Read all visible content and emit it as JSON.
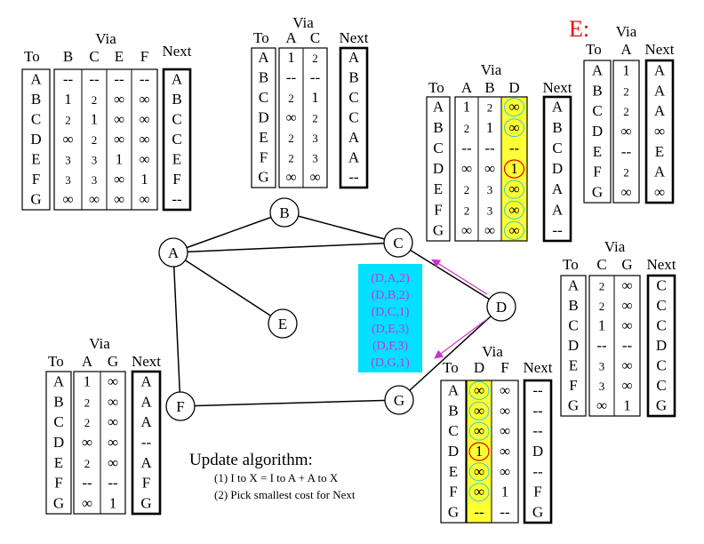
{
  "labels": {
    "to": "To",
    "via": "Via",
    "next": "Next",
    "e_title": "E:"
  },
  "destinations": [
    "A",
    "B",
    "C",
    "D",
    "E",
    "F",
    "G"
  ],
  "graph": {
    "nodes": [
      "A",
      "B",
      "C",
      "D",
      "E",
      "F",
      "G"
    ],
    "edges": [
      [
        "A",
        "B"
      ],
      [
        "B",
        "C"
      ],
      [
        "A",
        "C"
      ],
      [
        "C",
        "D"
      ],
      [
        "A",
        "E"
      ],
      [
        "A",
        "F"
      ],
      [
        "F",
        "G"
      ],
      [
        "G",
        "D"
      ]
    ]
  },
  "tables": [
    {
      "id": "A",
      "via": [
        "B",
        "C",
        "E",
        "F"
      ],
      "cols": [
        [
          "--",
          "1",
          "2",
          "∞",
          "3",
          "3",
          "∞"
        ],
        [
          "--",
          "2",
          "1",
          "2",
          "3",
          "3",
          "∞"
        ],
        [
          "--",
          "∞",
          "∞",
          "∞",
          "1",
          "∞",
          "∞"
        ],
        [
          "--",
          "∞",
          "∞",
          "∞",
          "∞",
          "1",
          "∞"
        ]
      ],
      "next": [
        "A",
        "B",
        "C",
        "C",
        "E",
        "F",
        "--"
      ]
    },
    {
      "id": "B",
      "via": [
        "A",
        "C"
      ],
      "cols": [
        [
          "1",
          "--",
          "2",
          "∞",
          "2",
          "2",
          "∞"
        ],
        [
          "2",
          "--",
          "1",
          "2",
          "3",
          "3",
          "∞"
        ]
      ],
      "next": [
        "A",
        "B",
        "C",
        "C",
        "A",
        "A",
        "--"
      ]
    },
    {
      "id": "C",
      "via": [
        "A",
        "B",
        "D"
      ],
      "cols": [
        [
          "1",
          "2",
          "--",
          "∞",
          "2",
          "2",
          "∞"
        ],
        [
          "2",
          "1",
          "--",
          "∞",
          "3",
          "3",
          "∞"
        ],
        [
          "∞",
          "∞",
          "--",
          "1",
          "∞",
          "∞",
          "∞"
        ]
      ],
      "next": [
        "A",
        "B",
        "C",
        "D",
        "A",
        "A",
        "--"
      ]
    },
    {
      "id": "E",
      "via": [
        "A"
      ],
      "cols": [
        [
          "1",
          "2",
          "2",
          "∞",
          "--",
          "2",
          "∞"
        ]
      ],
      "next": [
        "A",
        "A",
        "A",
        "∞",
        "E",
        "A",
        "∞"
      ]
    },
    {
      "id": "D",
      "via": [
        "C",
        "G"
      ],
      "cols": [
        [
          "2",
          "2",
          "1",
          "--",
          "3",
          "3",
          "∞"
        ],
        [
          "∞",
          "∞",
          "∞",
          "--",
          "∞",
          "∞",
          "1"
        ]
      ],
      "next": [
        "C",
        "C",
        "C",
        "D",
        "C",
        "C",
        "G"
      ]
    },
    {
      "id": "G",
      "via": [
        "D",
        "F"
      ],
      "cols": [
        [
          "∞",
          "∞",
          "∞",
          "1",
          "∞",
          "∞",
          "--"
        ],
        [
          "∞",
          "∞",
          "∞",
          "∞",
          "∞",
          "1",
          "--"
        ]
      ],
      "next": [
        "--",
        "--",
        "--",
        "D",
        "--",
        "F",
        "G"
      ]
    },
    {
      "id": "F",
      "via": [
        "A",
        "G"
      ],
      "cols": [
        [
          "1",
          "2",
          "2",
          "∞",
          "2",
          "--",
          "∞"
        ],
        [
          "∞",
          "∞",
          "∞",
          "∞",
          "∞",
          "--",
          "1"
        ]
      ],
      "next": [
        "A",
        "A",
        "A",
        "--",
        "A",
        "F",
        "G"
      ]
    }
  ],
  "advert": [
    "(D,A,2)",
    "(D,B,2)",
    "(D,C,1)",
    "(D,E,3)",
    "(D,F,3)",
    "(D,G,1)"
  ],
  "algorithm": {
    "title": "Update algorithm:",
    "steps": [
      "(1) I to X = I to A + A to X",
      "(2) Pick smallest cost for Next"
    ]
  },
  "colors": {
    "highlight": "#ffff33",
    "advert_bg": "#00e0ff",
    "advert_text": "#cc33cc",
    "arrow": "#cc33cc",
    "title_red": "#ee0000",
    "circle_cyan": "#33cccc",
    "circle_red": "#dd0000"
  }
}
